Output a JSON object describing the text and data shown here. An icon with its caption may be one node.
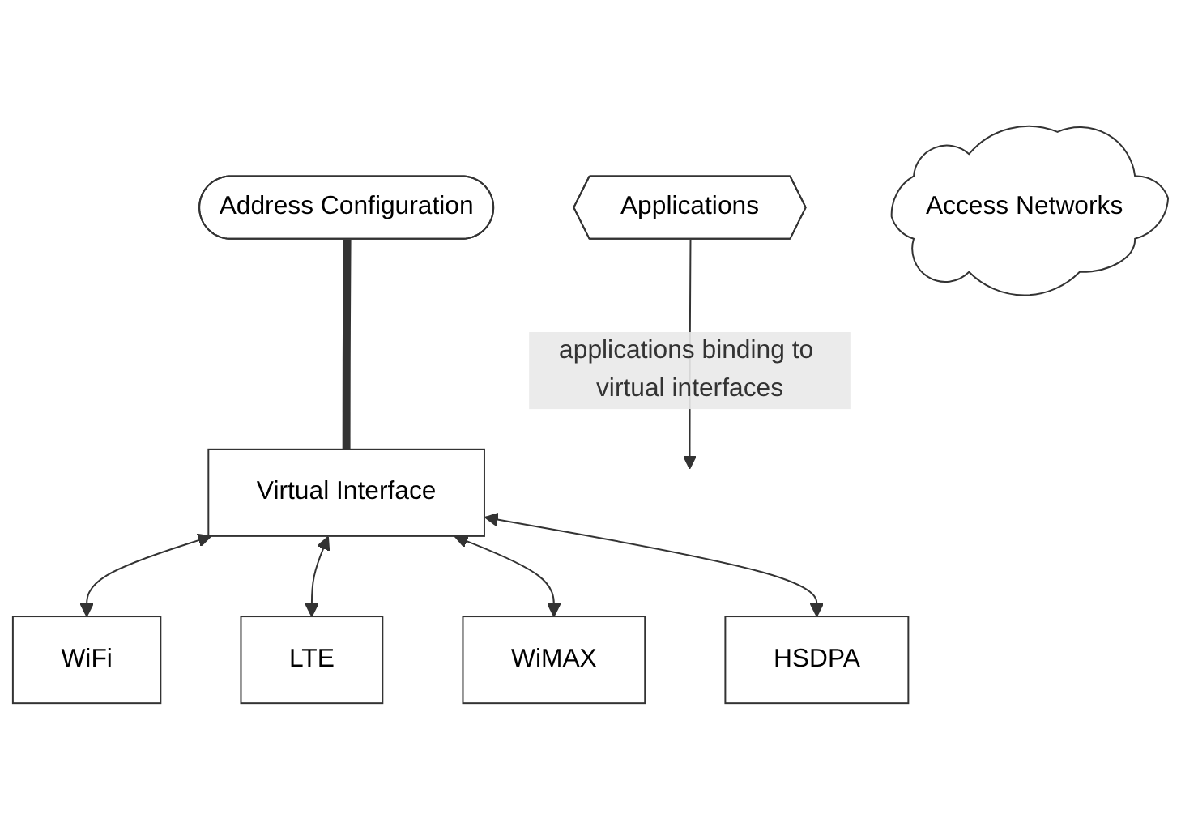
{
  "diagram": {
    "nodes": [
      {
        "text": [
          "Applications"
        ]
      },
      {
        "text": [
          "Address Configuration"
        ]
      },
      {
        "text": [
          "Virtual Interface"
        ]
      },
      {
        "text": [
          "WiFi"
        ]
      },
      {
        "text": [
          "LTE"
        ]
      },
      {
        "text": [
          "WiMAX"
        ]
      },
      {
        "text": [
          "HSDPA"
        ]
      },
      {
        "text": [
          "Access Networks"
        ]
      }
    ],
    "edges": [
      {
        "from": 0,
        "to": null,
        "arrow": "to",
        "label": "applications binding to virtual interfaces"
      },
      {
        "from": 1,
        "to": 2,
        "arrow": "none",
        "style": "thick"
      },
      {
        "from": 2,
        "to": 3,
        "arrow": "both"
      },
      {
        "from": 2,
        "to": 4,
        "arrow": "both"
      },
      {
        "from": 2,
        "to": 5,
        "arrow": "both"
      },
      {
        "from": 2,
        "to": 6,
        "arrow": "both"
      }
    ]
  }
}
